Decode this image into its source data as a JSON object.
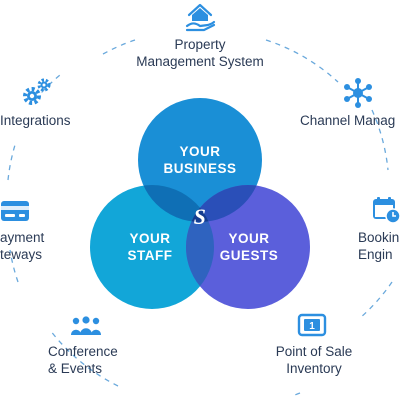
{
  "colors": {
    "business": "#1a8fd6",
    "staff": "#12a6d8",
    "guests": "#5b5fdb",
    "overlap_dark": "#143c8f",
    "icon": "#2c8fe0",
    "ring": "#6aa9dc",
    "text": "#2a3a55"
  },
  "center": {
    "logo": "S",
    "circles": {
      "business": {
        "line1": "YOUR",
        "line2": "BUSINESS"
      },
      "staff": {
        "line1": "YOUR",
        "line2": "STAFF"
      },
      "guests": {
        "line1": "YOUR",
        "line2": "GUESTS"
      }
    }
  },
  "nodes": {
    "pms": {
      "line1": "Property",
      "line2": "Management System",
      "icon": "house-hand-icon"
    },
    "channel": {
      "line1": "Channel Manag",
      "icon": "network-hub-icon"
    },
    "booking": {
      "line1": "Bookin",
      "line2": "Engin",
      "icon": "calendar-clock-icon"
    },
    "pos": {
      "line1": "Point of Sale",
      "line2": "Inventory",
      "icon": "pos-tablet-icon"
    },
    "conference": {
      "line1": "Conference",
      "line2": "& Events",
      "icon": "group-people-icon"
    },
    "payment": {
      "line1": "ayment",
      "line2": "teways",
      "icon": "credit-card-icon"
    },
    "integrations": {
      "line1": "Integrations",
      "icon": "gears-icon"
    }
  }
}
